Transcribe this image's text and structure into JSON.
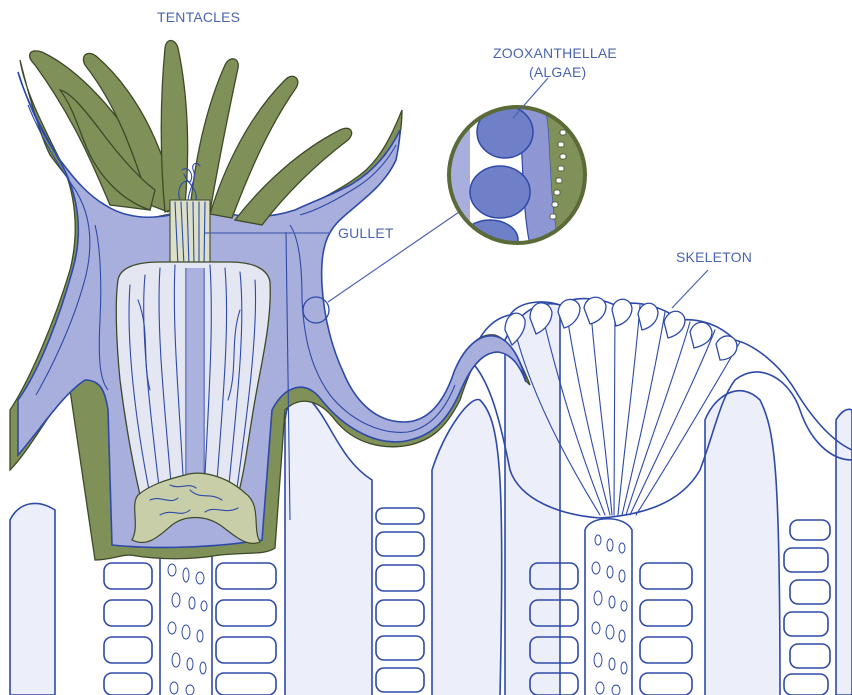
{
  "labels": {
    "tentacles": "TENTACLES",
    "zooxanthellae_line1": "ZOOXANTHELLAE",
    "zooxanthellae_line2": "(ALGAE)",
    "gullet": "GULLET",
    "skeleton": "SKELETON"
  },
  "colors": {
    "tissue": "#a9afdc",
    "tissue_dark": "#8e97d2",
    "tentacle": "#7f9058",
    "outline": "#2e4aa8",
    "skeleton_fill": "#eceef9",
    "label": "#4a64b0",
    "stomach": "#e4e6f2",
    "base_tissue": "#c8cfa8"
  }
}
